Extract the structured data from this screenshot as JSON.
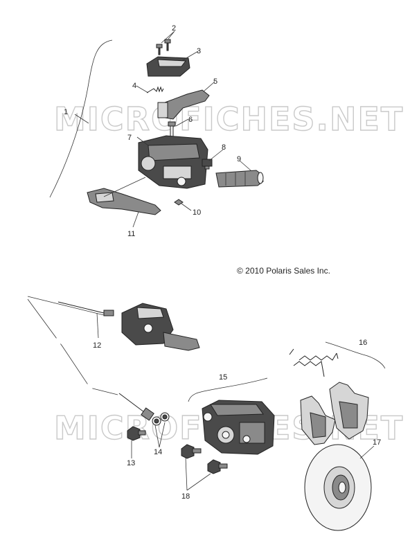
{
  "watermark": "MICROFICHES.NET",
  "copyright": "© 2010 Polaris Sales Inc.",
  "callouts": [
    {
      "id": "1",
      "label": "1"
    },
    {
      "id": "2",
      "label": "2"
    },
    {
      "id": "3",
      "label": "3"
    },
    {
      "id": "4",
      "label": "4"
    },
    {
      "id": "5",
      "label": "5"
    },
    {
      "id": "6",
      "label": "6"
    },
    {
      "id": "7",
      "label": "7"
    },
    {
      "id": "8",
      "label": "8"
    },
    {
      "id": "9",
      "label": "9"
    },
    {
      "id": "10",
      "label": "10"
    },
    {
      "id": "11",
      "label": "11"
    },
    {
      "id": "12",
      "label": "12"
    },
    {
      "id": "13",
      "label": "13"
    },
    {
      "id": "14",
      "label": "14"
    },
    {
      "id": "15",
      "label": "15"
    },
    {
      "id": "16",
      "label": "16"
    },
    {
      "id": "17",
      "label": "17"
    },
    {
      "id": "18",
      "label": "18"
    }
  ]
}
